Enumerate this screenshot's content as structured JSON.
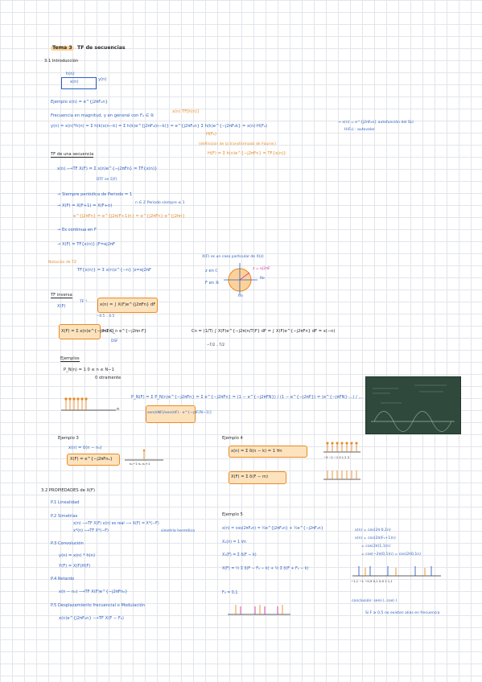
{
  "title": {
    "tag": "Tema 3",
    "text": "TF de secuencias"
  },
  "s31": {
    "heading": "3.1 Introducción",
    "system": {
      "input_top": "h(n)",
      "box": "x(n)",
      "output": "y(n)"
    },
    "ejemplo": "Ejemplo  x(n) = e^{j2πF₀n}",
    "freq_line": "Frecuencia en magnitud, y en general  con F₀ ∈ ℝ",
    "conv_eq": "y(n) = x(n)*h(n) = Σ h(k)x(n−k) = Σ h(k)e^{j2πF₀(n−k)} = e^{j2πF₀n} Σ h(k)e^{−j2πF₀k} = x(n)·H(F₀)",
    "conv_top": "x(n)   TF[h(n)]",
    "conv_under": "H(F₀)",
    "def_note": "(definición de la transformada de Fourier)",
    "side1": "→ x(n) = e^{j2πF₀n}  autofunción del SLI",
    "side2": "H(F₀) : autovalor",
    "bottom": "H(F) = Σ h(n)e^{−j2πFn} = TF{x(n)}"
  },
  "tf_seq": {
    "heading": "TF de una secuencia",
    "def": "x(n)  ⟶TF  X(F) = Σ x(n)e^{−j2πFn} = TF{x(n)}",
    "def_note": "DTF en Σ(F)",
    "periodic": "→ Siempre periódica de Periodo = 1",
    "periodic_eq": "→ X(F) = X(F+1) = X(F+n)",
    "periodic_brace": "n ∈ ℤ  Periodo siempre ≤ 1",
    "periodic_exp": "e^{j2πFn} = e^{j2π(F+1)n} = e^{j2πFn}·e^{j2πn}",
    "continua": "→ Es continua en F",
    "continua_eq": "→ X(F) = TF{x(n)} |F=ej2πF",
    "note_left": "Notación de TZ",
    "tz_eq": "TF{x(n)} = Σ x(n)z^{−n} |z=ej2πF",
    "unit_note": "X(F) es un caso particular de X(z)",
    "unit_a": "z en ℂ",
    "unit_b": "F en ℝ",
    "unit_label": "z = ej2πF",
    "unit_re": "Re",
    "unit_im": "Im"
  },
  "tf_inv": {
    "heading": "TF inversa",
    "lhs": "X(F)",
    "arrow": "TF⁻¹",
    "inv_eq": "x(n) = ∫ X(F)e^{j2πFn} dF",
    "lim": "−0.5 .. 0.5",
    "syn_eq": "X(F) = Σ x(n)e^{−j2πFn}",
    "syn_eq2": "= Σ C_n e^{−j2πn·F}",
    "dsf": "DSF",
    "cn_eq": "Cn = (1/T) ∫ X(F)e^{−j2π(n/T)F} dF = ∫ X(F)e^{−j2πFn} dF = x(−n)",
    "cn_lim": "−T/2 .. T/2"
  },
  "ejemplos": {
    "heading": "Ejemplos",
    "pn": "P_N(n) = 1   0 ≤ n ≤ N−1",
    "pn2": "0   otramente",
    "fourier": "P_N(F) = Σ P_N(n)e^{−j2πFn} = Σ e^{−j2πFn} = (1 − e^{−j2πFN}) / (1 − e^{−j2πF}) = (e^{−jπFN}·...) / ...",
    "result": "sen(πNF)/sen(πF) · e^{−jπF(N−1)}",
    "axis_n": "n"
  },
  "ej3": {
    "heading": "Ejemplo 3",
    "xn": "x(n) = δ(n − n₀)",
    "result": "X(F) = e^{−j2πFn₀}",
    "ticks": "n₀−1  n₀  n₀+1"
  },
  "ej4": {
    "heading": "Ejemplo 4",
    "xn": "x(n) = Σ δ(n − k) = 1  ∀n",
    "result": "X(F) = Σ δ(F − m)",
    "ticks": "−3 −2 −1 0 1 2 3"
  },
  "s32": {
    "heading": "3.2  PROPIEDADES de X(F)",
    "p1": "P.1 Linealidad",
    "p2": "P.2 Simetrías",
    "p2a": "x(n) ⟶TF X(F)     x(n) es real ⟶ X(F) = X*(−F)",
    "p2b": "x*(n) ⟶TF X*(−F)",
    "p2c": "simetría hermítica",
    "p3": "P.3 Convolución",
    "p3a": "y(n) = x(n) * h(n)",
    "p3b": "Y(F) = X(F)H(F)",
    "p4": "P.4 Retardo",
    "p4a": "x(n − n₀) ⟶TF X(F)e^{−j2πFn₀}",
    "p5": "P.5 Desplazamiento frecuencial o Modulación",
    "p5a": "x(n)e^{j2πF₀n} ⟶TF X(F − F₀)"
  },
  "ej5": {
    "heading": "Ejemplo 5",
    "l1": "x(n) = cos(2πF₀n) = ½e^{j2πF₀n} + ½e^{−j2πF₀n}",
    "l2": "X₁(n) = 1  ∀n",
    "l3": "X₁(F) = Σ δ(F − k)",
    "l4": "X(F) = ½ Σ δ(F − F₀ − k) + ½ Σ δ(F + F₀ − k)",
    "l5": "F₀ = 0,1",
    "right1": "x(n) = cos(2π·0,1n)",
    "right2": "x(n) = cos(2π(F₀+1)n)",
    "right3": "= cos(2π(1,1)n)",
    "right4": "= cos(−2π(0,1)n) = cos(2π0,1n)",
    "note1": "conclusión: sen(·), cos(·)",
    "note2": "Si F ≥ 0,5 no existen alias en frecuencia",
    "ticks_right": "−1,1  −1  −0,9   0,1  0,9  1  1,1"
  },
  "photo": {
    "label": "chalkboard-photo"
  }
}
